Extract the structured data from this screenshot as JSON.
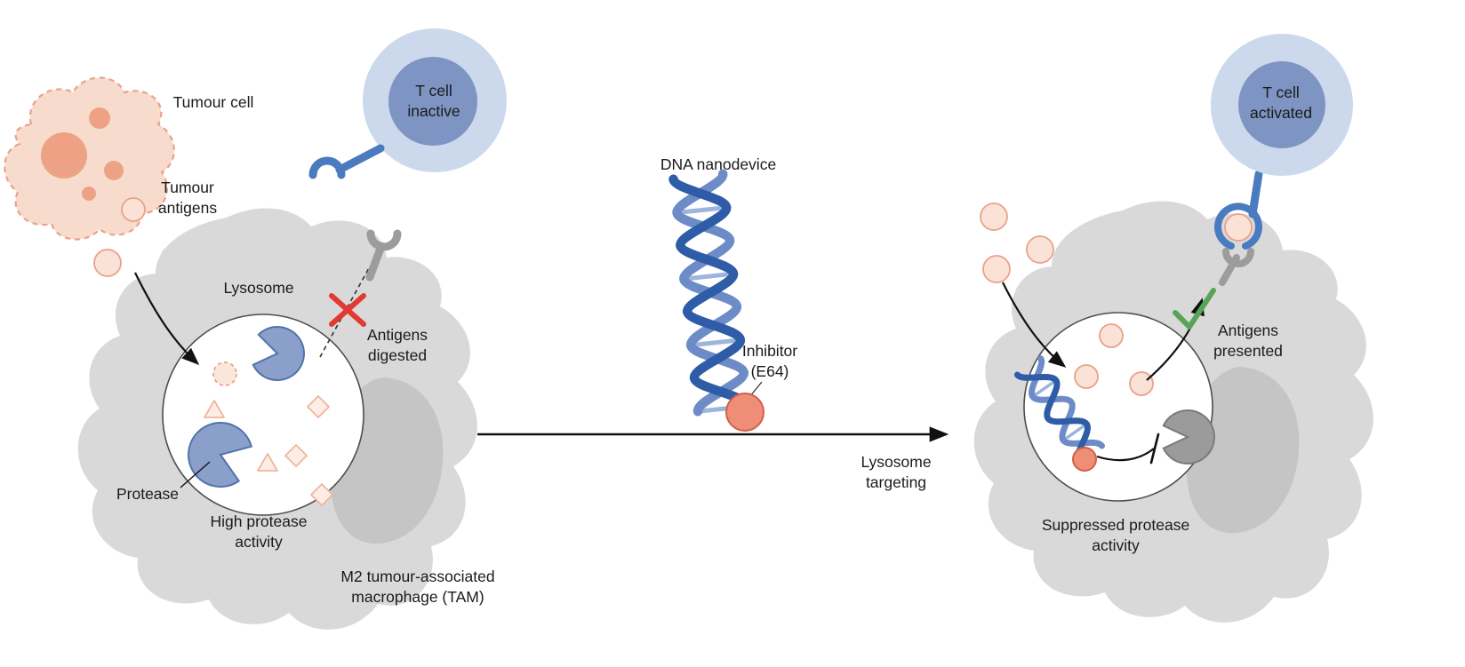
{
  "labels": {
    "tumour_cell": "Tumour cell",
    "tumour_antigens": [
      "Tumour",
      "antigens"
    ],
    "t_cell_inactive": [
      "T cell",
      "inactive"
    ],
    "lysosome": "Lysosome",
    "antigens_digested": [
      "Antigens",
      "digested"
    ],
    "protease": "Protease",
    "high_protease_activity": [
      "High protease",
      "activity"
    ],
    "m2_tam": [
      "M2 tumour-associated",
      "macrophage (TAM)"
    ],
    "dna_nanodevice": "DNA nanodevice",
    "inhibitor_e64": [
      "Inhibitor",
      "(E64)"
    ],
    "lysosome_targeting": [
      "Lysosome",
      "targeting"
    ],
    "t_cell_activated": [
      "T cell",
      "activated"
    ],
    "antigens_presented": [
      "Antigens",
      "presented"
    ],
    "suppressed_protease_activity": [
      "Suppressed protease",
      "activity"
    ]
  },
  "colors": {
    "macrophage_gray": "#d9d9d9",
    "macrophage_shadow": "#c5c5c5",
    "lysosome_fill": "#ffffff",
    "lysosome_stroke": "#4d4d4d",
    "tumour_cell_fill": "#f7dcce",
    "tumour_cell_stroke": "#e9a289",
    "tumour_spot": "#eea285",
    "antigen_fill": "#fae3d6",
    "antigen_stroke": "#e9a289",
    "t_cell_outer": "#ccd8ec",
    "t_cell_inner": "#7e94c2",
    "receptor_blue": "#4a7bbf",
    "receptor_gray": "#9c9c9c",
    "protease_blue_fill": "#8aa0ca",
    "protease_blue_stroke": "#5272ab",
    "protease_gray_fill": "#9b9b9b",
    "dna_strand_dark": "#2e5ca6",
    "dna_strand_light": "#6d8cc7",
    "dna_rung": "#9db4dc",
    "inhibitor_red_fill": "#ef8e76",
    "inhibitor_red_stroke": "#d2604b",
    "cross_red": "#e23a32",
    "check_green": "#58a35a",
    "arrow_black": "#111111"
  }
}
